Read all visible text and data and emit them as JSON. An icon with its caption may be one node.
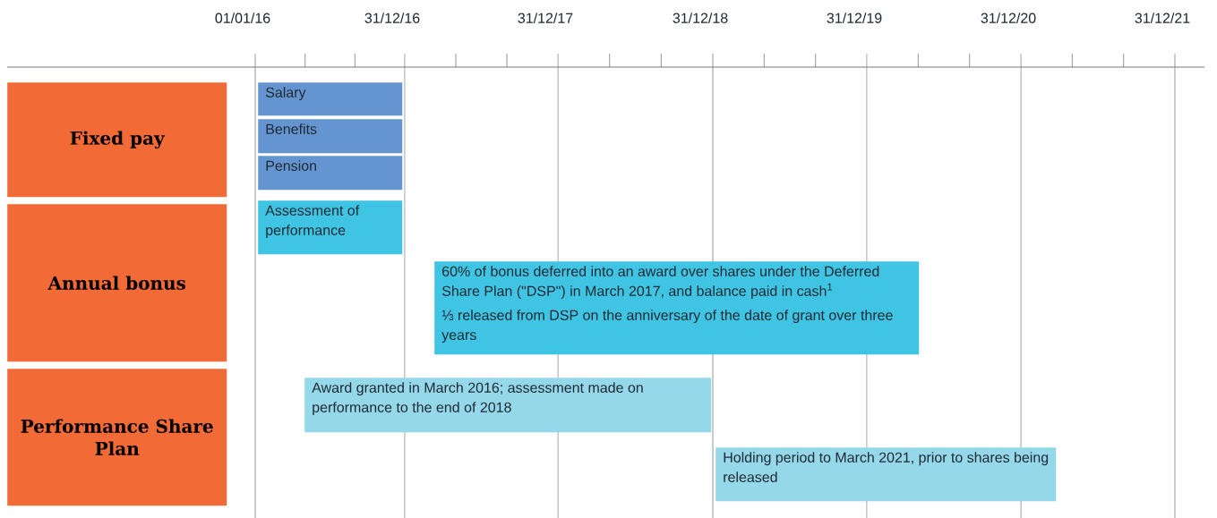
{
  "diagram": {
    "nodes": [
      {
        "text": [
          "Fixed pay"
        ]
      },
      {
        "text": [
          "Annual bonus"
        ]
      },
      {
        "text": [
          "Performance Share Plan"
        ]
      },
      {
        "text": [
          "Salary"
        ]
      },
      {
        "text": [
          "Benefits"
        ]
      },
      {
        "text": [
          "Pension"
        ]
      },
      {
        "text": [
          "Assessment of performance"
        ]
      },
      {
        "text": [
          "60% of bonus deferred into an award over shares under the Deferred Share Plan (\"DSP\") in March 2017, and balance paid in cash$^{1}$",
          "⅓ released from DSP on the anniversary of the date of grant over three years"
        ]
      },
      {
        "text": [
          "Award granted in March 2016; assessment made on performance to the end of 2018"
        ]
      },
      {
        "text": [
          "Holding period to March 2021, prior to shares being released"
        ]
      }
    ],
    "labels": [
      "01/01/16",
      "31/12/16",
      "31/12/17",
      "31/12/18",
      "31/12/19",
      "31/12/20",
      "31/12/21"
    ]
  }
}
